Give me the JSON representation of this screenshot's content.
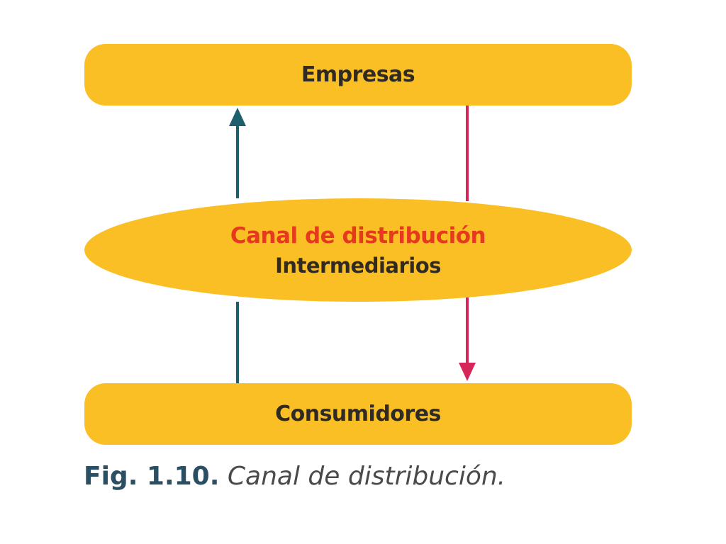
{
  "nodes": {
    "top": "Empresas",
    "middle_title": "Canal de distribución",
    "middle_subtitle": "Intermediarios",
    "bottom": "Consumidores"
  },
  "caption": {
    "label": "Fig. 1.10.",
    "text": "Canal de distribución."
  },
  "colors": {
    "box_fill": "#fbbf26",
    "up_arrow": "#1e5f6e",
    "down_arrow": "#d6265a",
    "highlight_text": "#e63a1f",
    "caption_label": "#2a4e62"
  }
}
